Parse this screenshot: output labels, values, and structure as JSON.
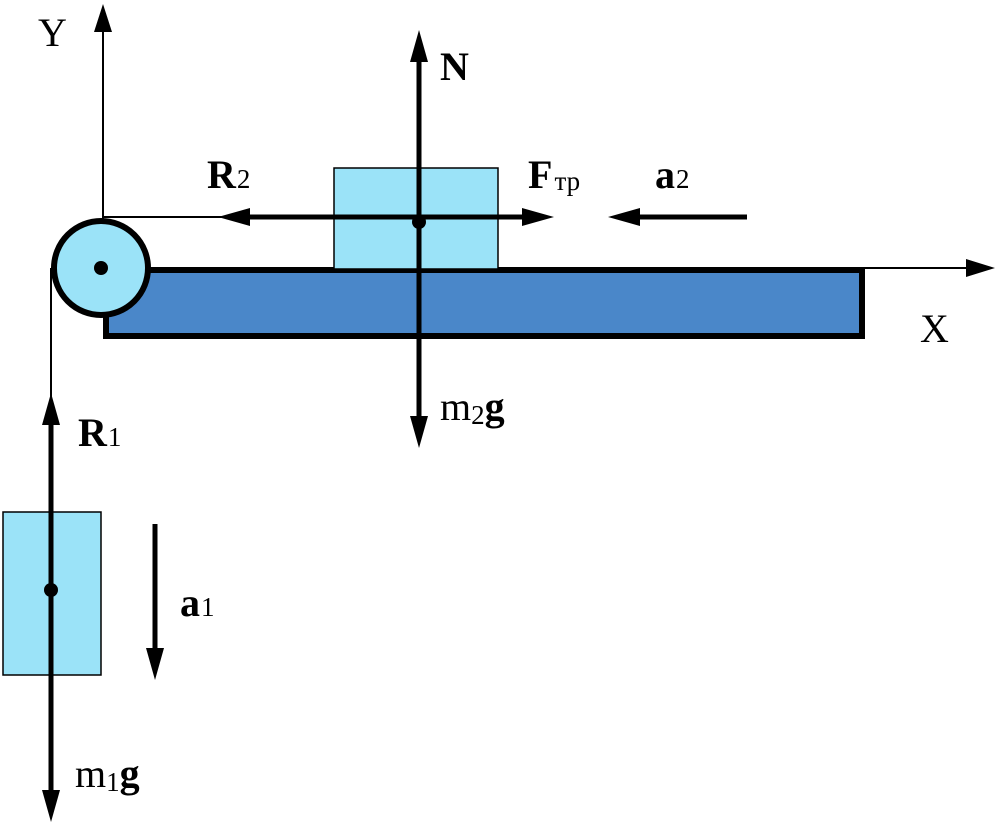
{
  "axes": {
    "y_label": "Y",
    "x_label": "X"
  },
  "forces": {
    "N": {
      "main": "N"
    },
    "R2": {
      "main": "R",
      "sub": "2"
    },
    "Ftr": {
      "main": "F",
      "sub": "тр"
    },
    "a2": {
      "main": "a",
      "sub": "2"
    },
    "m2g": {
      "pre": "m",
      "sub": "2",
      "main": "g"
    },
    "R1": {
      "main": "R",
      "sub": "1"
    },
    "a1": {
      "main": "a",
      "sub": "1"
    },
    "m1g": {
      "pre": "m",
      "sub": "1",
      "main": "g"
    }
  },
  "colors": {
    "table": "#4a87c9",
    "block": "#9be3f8",
    "pulley": "#9be3f8",
    "stroke": "#000000",
    "background": "#ffffff"
  }
}
